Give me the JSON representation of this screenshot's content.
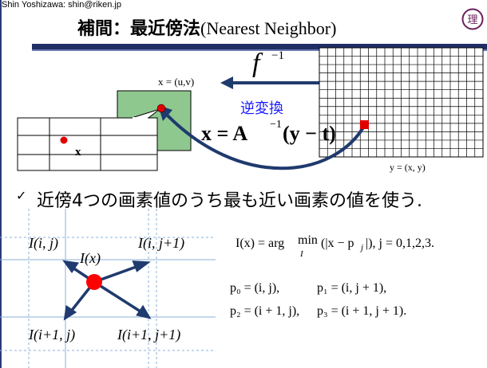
{
  "header": {
    "author": "Shin Yoshizawa: shin@riken.jp",
    "title_jp": "補間：最近傍法",
    "title_en": "(Nearest Neighbor)",
    "logo_glyph": "理"
  },
  "figure_top": {
    "inverse_fn": "f",
    "inverse_exp": "−1",
    "inverse_label": "逆変換",
    "x_label": "x",
    "x_def": "x = (u,v)",
    "y_def": "y = (x, y)",
    "main_eq_left": "x = A",
    "main_eq_exp": "−1",
    "main_eq_right": "(y − t)"
  },
  "bullet": {
    "mark": "✓",
    "text": "近傍4つの画素値のうち最も近い画素の値を使う."
  },
  "figure_bottom": {
    "lbl_tl": "I(i, j)",
    "lbl_tr": "I(i, j+1)",
    "lbl_bl": "I(i+1, j)",
    "lbl_br": "I(i+1, j+1)",
    "lbl_center": "I(x)"
  },
  "equations": {
    "eq1": "I(x) = arg min(|x − p_j|),    j = 0,1,2,3.",
    "eq1_left": "I(x) = arg",
    "eq1_min": "min",
    "eq1_sub": "I",
    "eq1_right": "(|x − p",
    "eq1_right_sub": "j",
    "eq1_tail": "|),    j = 0,1,2,3.",
    "p0": "p₀ = (i, j),",
    "p1": "p₁ = (i, j + 1),",
    "p2": "p₂ = (i + 1, j),",
    "p3": "p₃ = (i + 1, j + 1)."
  },
  "colors": {
    "navy": "#1f2f66",
    "green": "#8fc88f",
    "red": "#ff0000",
    "blue_text": "#1a1aff",
    "arrow": "#1f3a6e"
  }
}
